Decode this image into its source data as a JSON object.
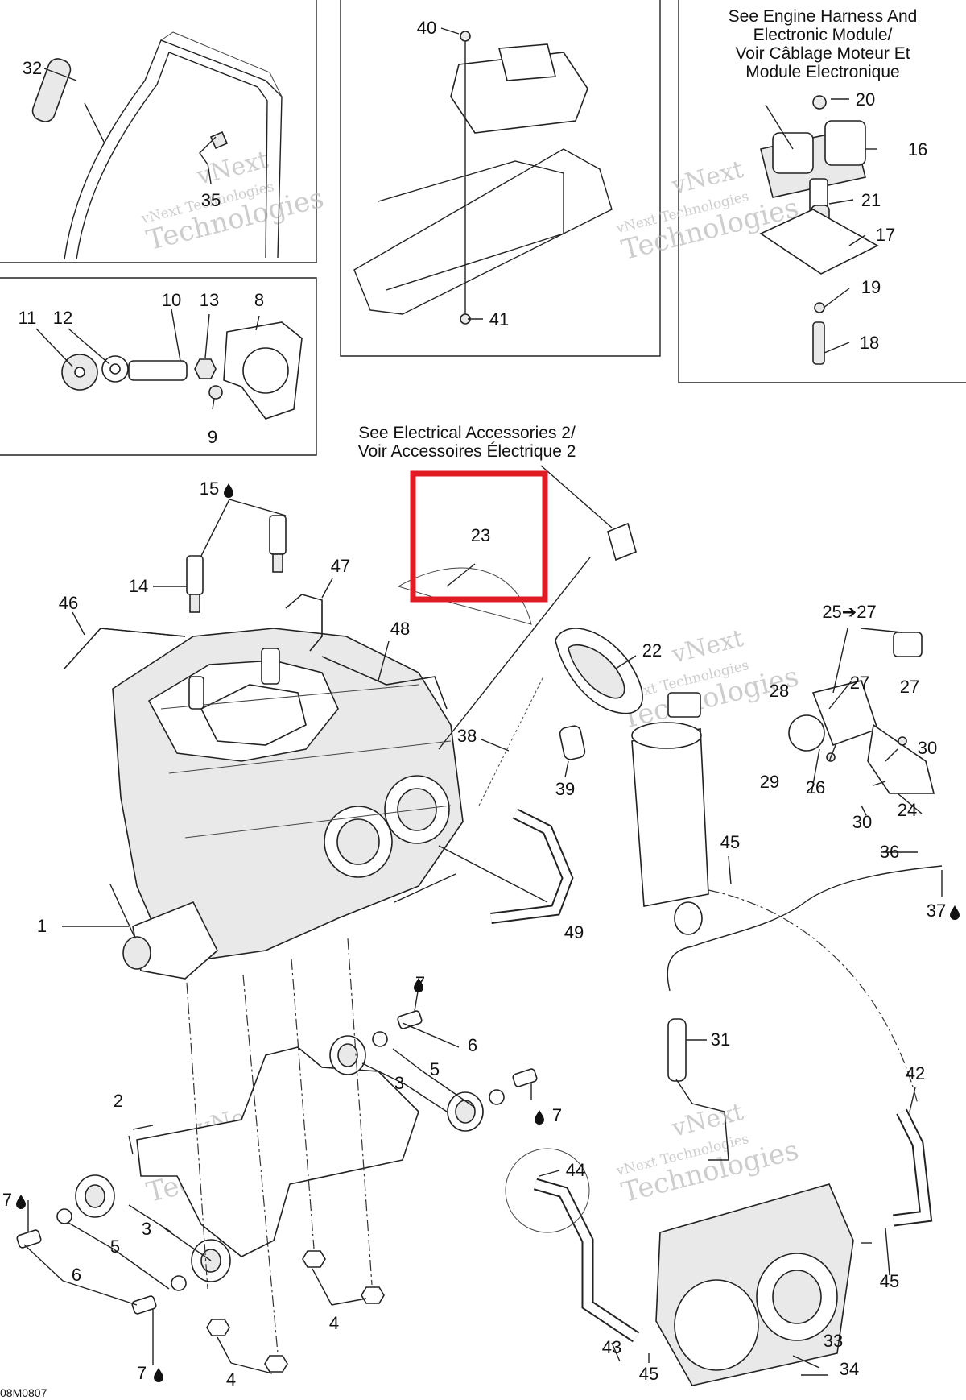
{
  "diagram": {
    "notes": {
      "engine_harness": [
        "See Engine Harness And",
        "Electronic Module/",
        "Voir Câblage Moteur Et",
        "Module Electronique"
      ],
      "electrical_accessories": [
        "See Electrical Accessories 2/",
        "Voir Accessoires Électrique 2"
      ]
    },
    "watermark": [
      "vNext",
      "vNext Technologies",
      "Technologies"
    ],
    "drawing_code": "08M0807",
    "highlight": {
      "label": "23",
      "color": "#e01b24"
    },
    "callouts": {
      "c1": "1",
      "c2": "2",
      "c3a": "3",
      "c3b": "3",
      "c4a": "4",
      "c4b": "4",
      "c5a": "5",
      "c5b": "5",
      "c6a": "6",
      "c6b": "6",
      "c7a": "7",
      "c7b": "7",
      "c7c": "7",
      "c7d": "7",
      "c8": "8",
      "c9": "9",
      "c10": "10",
      "c11": "11",
      "c12": "12",
      "c13": "13",
      "c14": "14",
      "c15": "15",
      "c16": "16",
      "c17": "17",
      "c18": "18",
      "c19": "19",
      "c20": "20",
      "c21": "21",
      "c22": "22",
      "c23": "23",
      "c24": "24",
      "c25": "25➔27",
      "c26": "26",
      "c27a": "27",
      "c27b": "27",
      "c28": "28",
      "c29": "29",
      "c30a": "30",
      "c30b": "30",
      "c31": "31",
      "c32": "32",
      "c33": "33",
      "c34": "34",
      "c35": "35",
      "c36": "36",
      "c37": "37",
      "c38": "38",
      "c39": "39",
      "c40": "40",
      "c41": "41",
      "c42": "42",
      "c43": "43",
      "c44": "44",
      "c45a": "45",
      "c45b": "45",
      "c45c": "45",
      "c46": "46",
      "c47": "47",
      "c48": "48",
      "c49": "49"
    },
    "icons": {
      "lubricant": "oil-drop-icon"
    }
  }
}
